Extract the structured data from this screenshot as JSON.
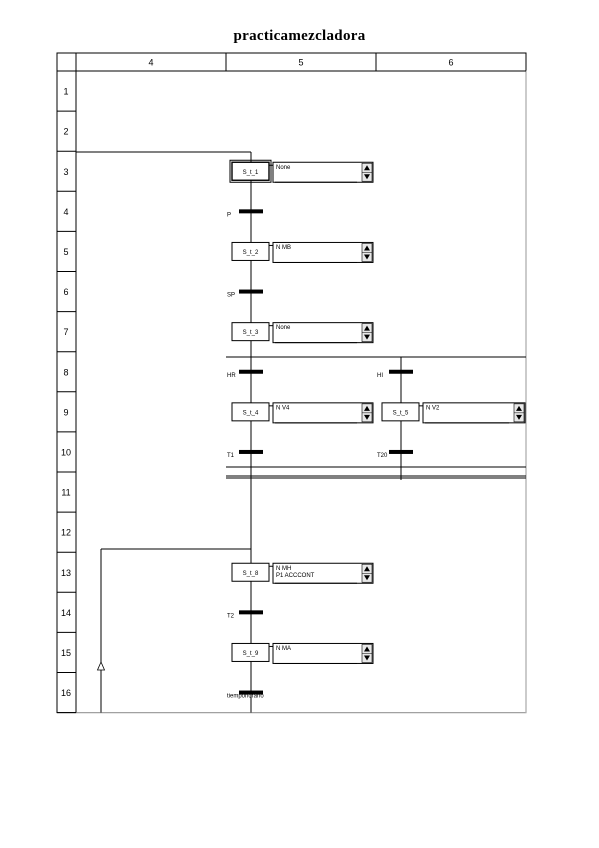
{
  "title": "practicamezcladora",
  "columns": [
    "4",
    "5",
    "6"
  ],
  "rows": [
    "1",
    "2",
    "3",
    "4",
    "5",
    "6",
    "7",
    "8",
    "9",
    "10",
    "11",
    "12",
    "13",
    "14",
    "15",
    "16"
  ],
  "steps": [
    {
      "id": "s3",
      "label": "S_t_1",
      "actions": [
        "None"
      ],
      "row": 3,
      "col": "5",
      "initial": true
    },
    {
      "id": "s5",
      "label": "S_t_2",
      "actions": [
        "N MB"
      ],
      "row": 5,
      "col": "5"
    },
    {
      "id": "s7",
      "label": "S_t_3",
      "actions": [
        "None"
      ],
      "row": 7,
      "col": "5"
    },
    {
      "id": "s9a",
      "label": "S_t_4",
      "actions": [
        "N V4"
      ],
      "row": 9,
      "col": "5"
    },
    {
      "id": "s9b",
      "label": "S_t_5",
      "actions": [
        "N V2"
      ],
      "row": 9,
      "col": "6"
    },
    {
      "id": "s13",
      "label": "S_t_8",
      "actions": [
        "N MH",
        "P1 ACCCONT"
      ],
      "row": 13,
      "col": "5"
    },
    {
      "id": "s15",
      "label": "S_t_9",
      "actions": [
        "N MA"
      ],
      "row": 15,
      "col": "5"
    }
  ],
  "transitions": [
    {
      "id": "t4",
      "label": "P",
      "row": 4,
      "col": "5"
    },
    {
      "id": "t6",
      "label": "SP",
      "row": 6,
      "col": "5"
    },
    {
      "id": "t8a",
      "label": "HR",
      "row": 8,
      "col": "5"
    },
    {
      "id": "t8b",
      "label": "HI",
      "row": 8,
      "col": "6"
    },
    {
      "id": "t10a",
      "label": "T1",
      "row": 10,
      "col": "5"
    },
    {
      "id": "t10b",
      "label": "T20",
      "row": 10,
      "col": "6"
    },
    {
      "id": "t14",
      "label": "T2",
      "row": 14,
      "col": "5"
    },
    {
      "id": "t16",
      "label": "tiempohorario",
      "row": 16,
      "col": "5"
    }
  ]
}
